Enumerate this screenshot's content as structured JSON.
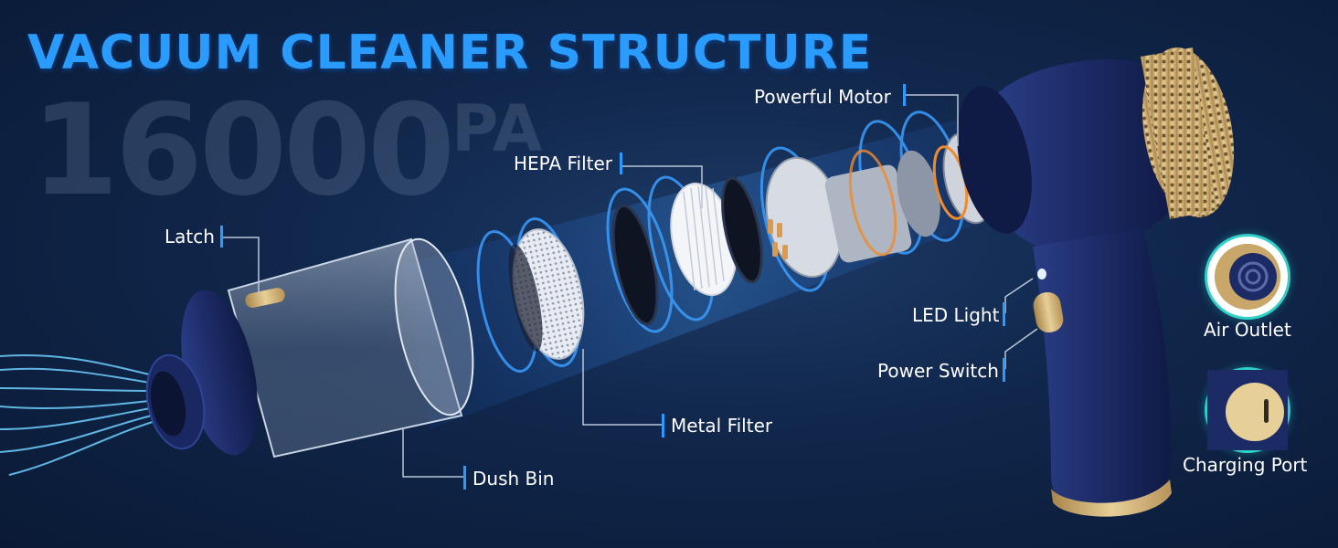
{
  "heading": "VACUUM CLEANER STRUCTURE",
  "watermark": {
    "number": "16000",
    "unit": "PA"
  },
  "callouts": {
    "powerful_motor": "Powerful Motor",
    "hepa_filter": "HEPA Filter",
    "latch": "Latch",
    "led_light": "LED Light",
    "power_switch": "Power Switch",
    "metal_filter": "Metal Filter",
    "dust_bin": "Dush Bin"
  },
  "details": {
    "air_outlet": "Air Outlet",
    "charging_port": "Charging Port"
  },
  "colors": {
    "accent": "#2a9cff",
    "body_navy": "#1f2f6e",
    "gold": "#c9a76a",
    "detail_ring": "#2fd0c8",
    "background": "#10264a"
  }
}
